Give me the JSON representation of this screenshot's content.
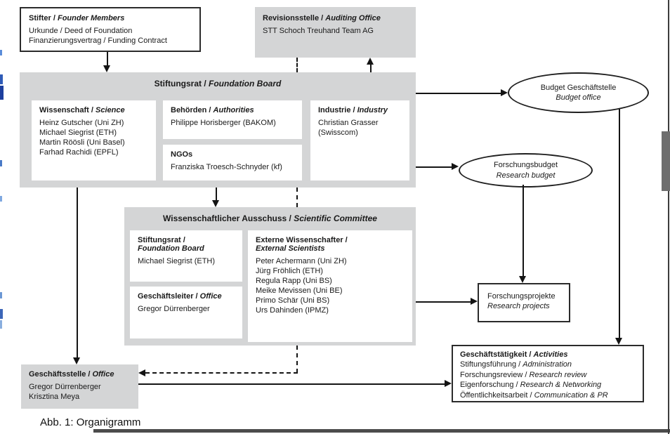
{
  "page": {
    "caption": "Abb. 1: Organigramm"
  },
  "colors": {
    "box_gray": "#d4d5d6",
    "line_black": "#141414",
    "scrollbar_thumb": "#6e6e6e",
    "bottom_rule": "#4c4c4c",
    "margin_artifact_blue": "#2f5bb7"
  },
  "boxes": {
    "stifter": {
      "title": {
        "de": "Stifter /",
        "en": "Founder Members"
      },
      "lines": [
        "Urkunde / Deed of Foundation",
        "Finanzierungsvertrag / Funding Contract"
      ]
    },
    "revisionsstelle": {
      "title": {
        "de": "Revisionsstelle /",
        "en": "Auditing Office"
      },
      "lines": [
        "STT Schoch Treuhand Team AG"
      ]
    },
    "stiftungsrat": {
      "title": {
        "de": "Stiftungsrat /",
        "en": "Foundation Board"
      },
      "science": {
        "title": {
          "de": "Wissenschaft /",
          "en": "Science"
        },
        "members": [
          "Heinz Gutscher (Uni ZH)",
          "Michael Siegrist (ETH)",
          "Martin Röösli (Uni Basel)",
          "Farhad Rachidi (EPFL)"
        ]
      },
      "authorities": {
        "title": {
          "de": "Behörden /",
          "en": "Authorities"
        },
        "members": [
          "Philippe Horisberger (BAKOM)"
        ]
      },
      "ngos": {
        "title": {
          "de": "NGOs",
          "en": ""
        },
        "members": [
          "Franziska Troesch-Schnyder (kf)"
        ]
      },
      "industry": {
        "title": {
          "de": "Industrie /",
          "en": "Industry"
        },
        "members": [
          "Christian Grasser (Swisscom)"
        ]
      }
    },
    "committee": {
      "title": {
        "de": "Wissenschaftlicher Ausschuss /",
        "en": "Scientific Committee"
      },
      "foundation_board": {
        "title": {
          "de": "Stiftungsrat /",
          "en": "Foundation Board"
        },
        "members": [
          "Michael Siegrist (ETH)"
        ]
      },
      "office_lead": {
        "title": {
          "de": "Geschäftsleiter /",
          "en": "Office"
        },
        "members": [
          "Gregor Dürrenberger"
        ]
      },
      "external": {
        "title": {
          "de": "Externe Wissenschafter /",
          "en": "External Scientists"
        },
        "members": [
          "Peter Achermann (Uni ZH)",
          "Jürg Fröhlich (ETH)",
          "Regula Rapp (Uni BS)",
          "Meike Mevissen (Uni BE)",
          "Primo Schär (Uni BS)",
          "Urs Dahinden (IPMZ)"
        ]
      }
    },
    "office": {
      "title": {
        "de": "Geschäftsstelle /",
        "en": "Office"
      },
      "members": [
        "Gregor Dürrenberger",
        "Krisztina Meya"
      ]
    },
    "research_projects": {
      "de": "Forschungsprojekte",
      "en": "Research projects"
    },
    "activities": {
      "title": {
        "de": "Geschäftstätigkeit /",
        "en": "Activities"
      },
      "items": [
        {
          "de": "Stiftungsführung /",
          "en": "Administration"
        },
        {
          "de": "Forschungsreview /",
          "en": "Research review"
        },
        {
          "de": "Eigenforschung /",
          "en": "Research & Networking"
        },
        {
          "de": "Öffentlichkeitsarbeit /",
          "en": "Communication & PR"
        }
      ]
    }
  },
  "ellipses": {
    "budget_office": {
      "de": "Budget Geschäftstelle",
      "en": "Budget office"
    },
    "research_budget": {
      "de": "Forschungsbudget",
      "en": "Research budget"
    }
  }
}
